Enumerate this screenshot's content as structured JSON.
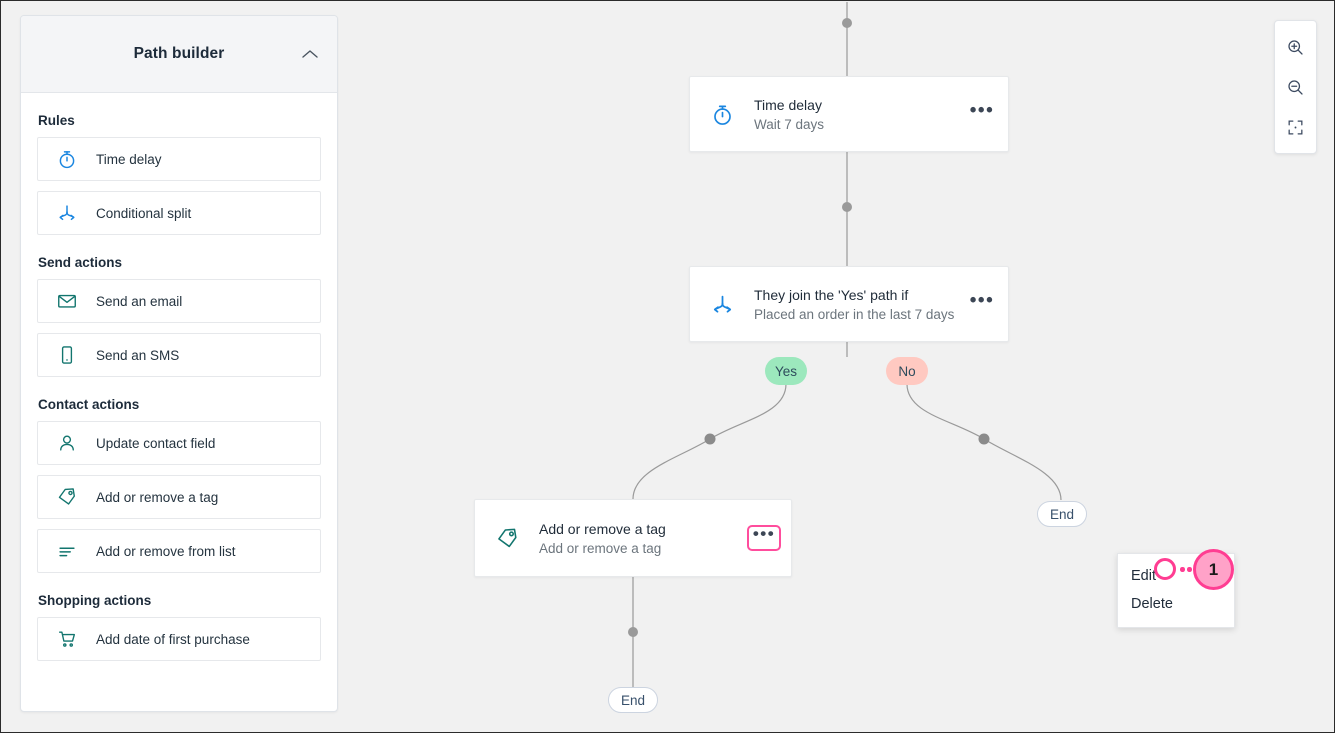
{
  "sidebar": {
    "title": "Path builder",
    "collapse_icon": "chevron-up-icon",
    "groups": [
      {
        "title": "Rules",
        "items": [
          {
            "label": "Time delay",
            "icon": "stopwatch-icon",
            "color": "#1a86e0"
          },
          {
            "label": "Conditional split",
            "icon": "split-arrows-icon",
            "color": "#1a86e0"
          }
        ]
      },
      {
        "title": "Send actions",
        "items": [
          {
            "label": "Send an email",
            "icon": "envelope-icon",
            "color": "#12756e"
          },
          {
            "label": "Send an SMS",
            "icon": "mobile-phone-icon",
            "color": "#12756e"
          }
        ]
      },
      {
        "title": "Contact actions",
        "items": [
          {
            "label": "Update contact field",
            "icon": "person-icon",
            "color": "#12756e"
          },
          {
            "label": "Add or remove a tag",
            "icon": "tag-icon",
            "color": "#12756e"
          },
          {
            "label": "Add or remove from list",
            "icon": "list-lines-icon",
            "color": "#12756e"
          }
        ]
      },
      {
        "title": "Shopping actions",
        "items": [
          {
            "label": "Add date of first purchase",
            "icon": "shopping-cart-icon",
            "color": "#12756e"
          }
        ]
      }
    ]
  },
  "canvas": {
    "nodes": {
      "time_delay": {
        "title": "Time delay",
        "subtitle": "Wait 7 days",
        "icon": "stopwatch-icon",
        "menu_icon": "ellipsis-icon"
      },
      "conditional_split": {
        "title": "They join the 'Yes' path if",
        "subtitle": "Placed an order in the last 7 days",
        "icon": "split-arrows-icon",
        "menu_icon": "ellipsis-icon"
      },
      "tag_action": {
        "title": "Add or remove a tag",
        "subtitle": "Add or remove a tag",
        "icon": "tag-icon",
        "menu_icon": "ellipsis-icon"
      }
    },
    "branch_labels": {
      "yes": "Yes",
      "no": "No"
    },
    "end_labels": {
      "left": "End",
      "right": "End"
    },
    "colors": {
      "yes_pill": "#9ce8bd",
      "no_pill": "#ffc9c1",
      "connector": "#9a9a9a",
      "rule_icon": "#1a86e0",
      "action_icon": "#12756e",
      "highlight": "#ff3d92"
    }
  },
  "zoom_controls": [
    {
      "name": "zoom-in",
      "icon": "magnifier-plus-icon"
    },
    {
      "name": "zoom-out",
      "icon": "magnifier-minus-icon"
    },
    {
      "name": "fit-to-screen",
      "icon": "fit-screen-icon"
    }
  ],
  "context_menu": {
    "items": [
      {
        "label": "Edit"
      },
      {
        "label": "Delete"
      }
    ]
  },
  "annotation": {
    "step_number": "1",
    "target": "Edit"
  }
}
